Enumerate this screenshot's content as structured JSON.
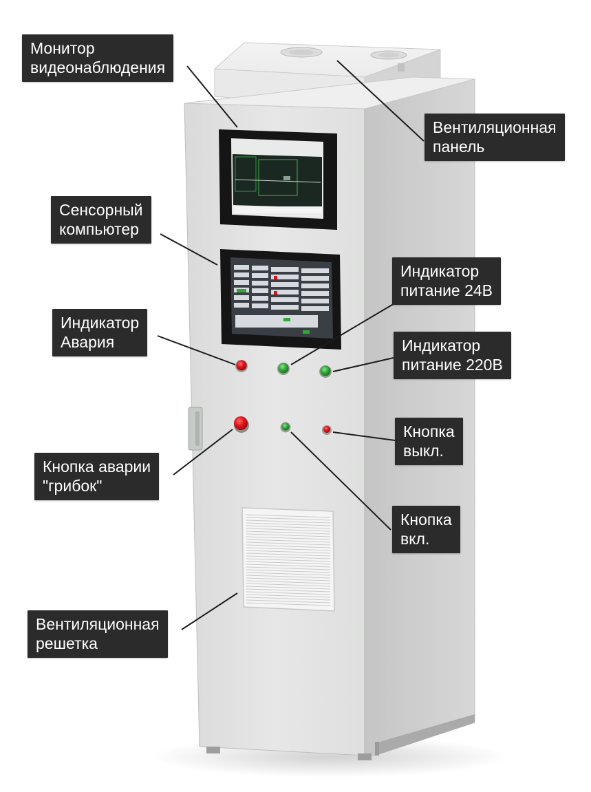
{
  "labels": {
    "monitor": [
      "Монитор",
      "видеонаблюдения"
    ],
    "vent_panel": [
      "Вентиляционная",
      "панель"
    ],
    "touch_pc": [
      "Сенсорный",
      "компьютер"
    ],
    "ind_24v": [
      "Индикатор",
      "питание 24В"
    ],
    "ind_alarm": [
      "Индикатор",
      "Авария"
    ],
    "ind_220v": [
      "Индикатор",
      "питание 220В"
    ],
    "btn_emergency": [
      "Кнопка аварии",
      "\"грибок\""
    ],
    "btn_off": [
      "Кнопка",
      "выкл."
    ],
    "btn_on": [
      "Кнопка",
      "вкл."
    ],
    "vent_grille": [
      "Вентиляционная",
      "решетка"
    ]
  },
  "colors": {
    "callout_bg": "#2b2b2b",
    "callout_text": "#ffffff",
    "cabinet_front": "#e4e5e4",
    "cabinet_side": "#cfd0cf",
    "alarm_red": "#e0121a",
    "power_green": "#2fa836"
  }
}
